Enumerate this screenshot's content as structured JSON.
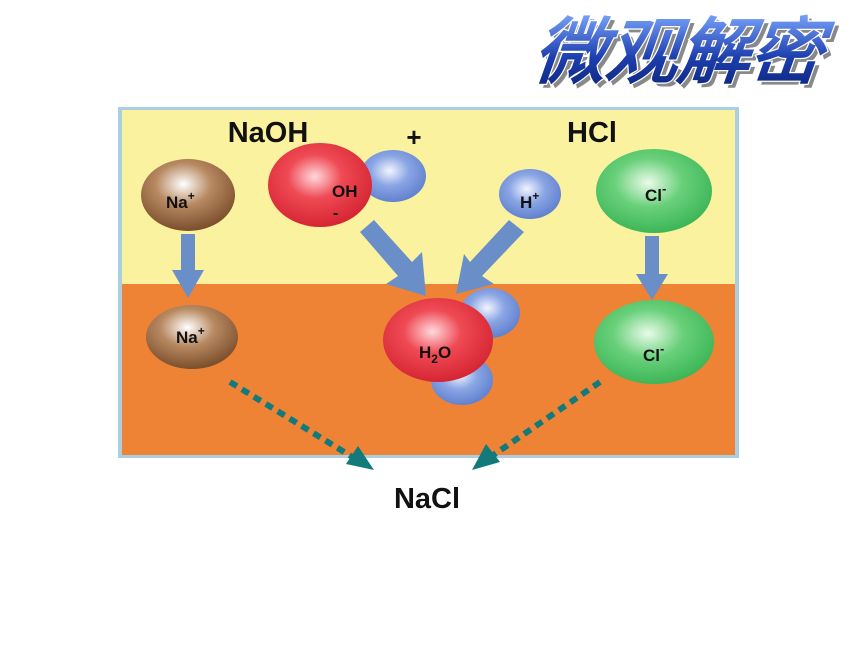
{
  "title": "微观解密",
  "top_left_compound": "NaOH",
  "plus_sign": "+",
  "top_right_compound": "HCl",
  "product": "NaCl",
  "ions_top": {
    "sodium": {
      "base": "Na",
      "charge": "+"
    },
    "hydroxide": {
      "base": "OH",
      "charge": "-"
    },
    "hydrogen": {
      "base": "H",
      "charge": "+"
    },
    "chloride": {
      "base": "Cl",
      "charge": "-"
    }
  },
  "ions_bottom": {
    "sodium": {
      "base": "Na",
      "charge": "+"
    },
    "water": {
      "base": "H",
      "sub": "2",
      "tail": "O"
    },
    "chloride": {
      "base": "Cl",
      "charge": "-"
    }
  },
  "colors": {
    "top_panel": "#fbf2a0",
    "bottom_panel": "#ee8235",
    "panel_border": "#a9cfe0",
    "sodium": "#9a6a45",
    "oxygen_red": "#e8343f",
    "hydrogen_blue": "#6d8fd6",
    "chlorine_green": "#4cc266",
    "arrow_solid": "#6a8fc8",
    "arrow_dotted": "#127a7a",
    "title_fill": "#1d3fae"
  }
}
